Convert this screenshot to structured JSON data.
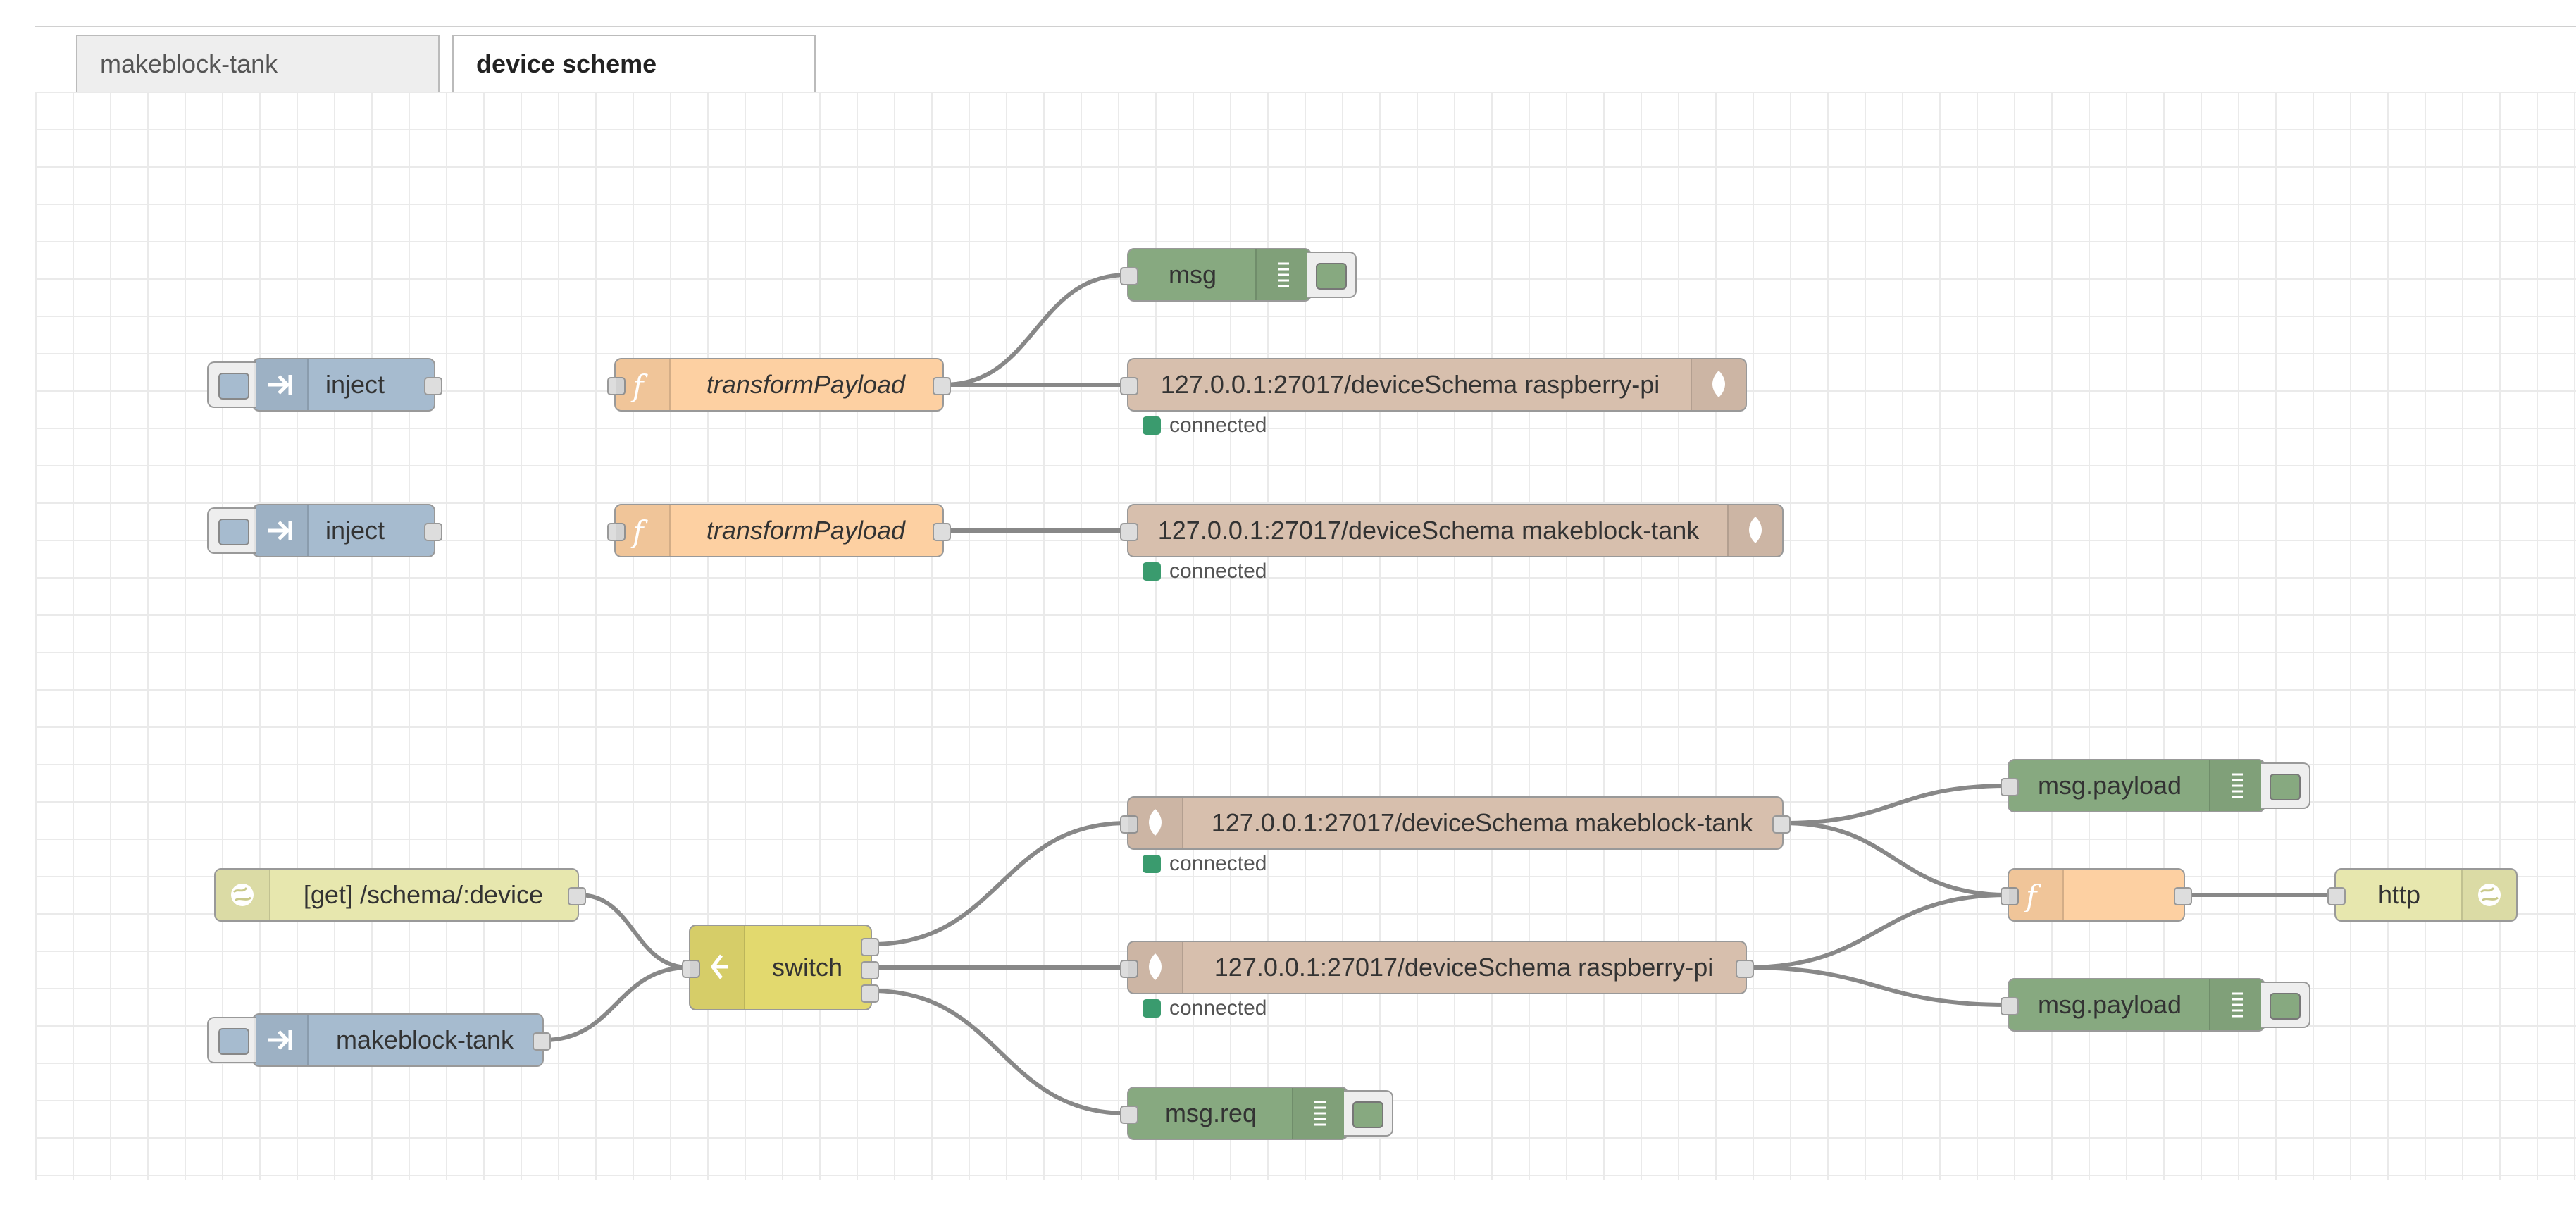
{
  "tabs": [
    {
      "label": "makeblock-tank",
      "active": false
    },
    {
      "label": "device scheme",
      "active": true
    }
  ],
  "colors": {
    "inject": "#a6bbcf",
    "function": "#fdd0a2",
    "mongodb": "#d7bfad",
    "debug": "#87a980",
    "http": "#e7e7ae",
    "switch": "#e2d96e"
  },
  "nodes": {
    "inject_1": {
      "label": "inject",
      "icon": "arrow-in-icon"
    },
    "inject_2": {
      "label": "inject",
      "icon": "arrow-in-icon"
    },
    "inject_3": {
      "label": "makeblock-tank",
      "icon": "arrow-in-icon"
    },
    "func_1": {
      "label": "transformPayload",
      "icon": "function-icon"
    },
    "func_2": {
      "label": "transformPayload",
      "icon": "function-icon"
    },
    "func_3": {
      "label": "",
      "icon": "function-icon"
    },
    "debug_msg": {
      "label": "msg",
      "icon": "list-icon"
    },
    "debug_payload_1": {
      "label": "msg.payload",
      "icon": "list-icon"
    },
    "debug_payload_2": {
      "label": "msg.payload",
      "icon": "list-icon"
    },
    "debug_req": {
      "label": "msg.req",
      "icon": "list-icon"
    },
    "mongo_out_1": {
      "label": "127.0.0.1:27017/deviceSchema raspberry-pi",
      "icon": "leaf-icon",
      "status": "connected"
    },
    "mongo_out_2": {
      "label": "127.0.0.1:27017/deviceSchema makeblock-tank",
      "icon": "leaf-icon",
      "status": "connected"
    },
    "mongo_in_1": {
      "label": "127.0.0.1:27017/deviceSchema makeblock-tank",
      "icon": "leaf-icon",
      "status": "connected"
    },
    "mongo_in_2": {
      "label": "127.0.0.1:27017/deviceSchema raspberry-pi",
      "icon": "leaf-icon",
      "status": "connected"
    },
    "http_in": {
      "label": "[get] /schema/:device",
      "icon": "globe-icon"
    },
    "http_out": {
      "label": "http",
      "icon": "globe-icon"
    },
    "switch": {
      "label": "switch",
      "icon": "switch-icon"
    }
  }
}
